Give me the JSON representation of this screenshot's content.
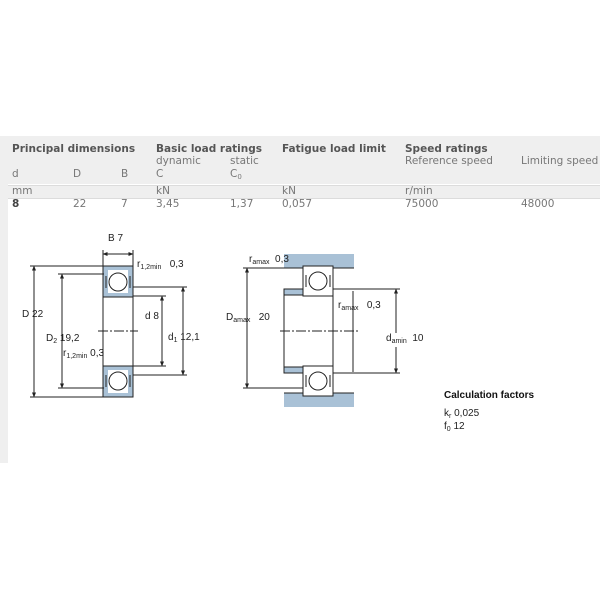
{
  "table": {
    "groups": {
      "principal_dimensions": "Principal dimensions",
      "basic_load_ratings": "Basic load ratings",
      "fatigue_load_limit": "Fatigue load limit",
      "speed_ratings": "Speed ratings"
    },
    "subheaders": {
      "dynamic": "dynamic",
      "static": "static",
      "reference_speed": "Reference speed",
      "limiting_speed": "Limiting speed"
    },
    "symbols": {
      "d": "d",
      "D": "D",
      "B": "B",
      "C": "C",
      "C0_base": "C",
      "C0_sub": "0"
    },
    "units": {
      "dimensions": "mm",
      "load": "kN",
      "fatigue": "kN",
      "speed": "r/min"
    },
    "row": {
      "d": "8",
      "D": "22",
      "B": "7",
      "C": "3,45",
      "C0": "1,37",
      "Pu": "0,057",
      "reference_speed": "75000",
      "limiting_speed": "48000"
    }
  },
  "bearing_drawing": {
    "B_label": "B",
    "B_value": "7",
    "r12_top_base": "r",
    "r12_top_sub": "1,2min",
    "r12_top_value": "0,3",
    "D_label": "D",
    "D_value": "22",
    "D2_base": "D",
    "D2_sub": "2",
    "D2_value": "19,2",
    "d_label": "d",
    "d_value": "8",
    "d1_base": "d",
    "d1_sub": "1",
    "d1_value": "12,1",
    "r12_bot_base": "r",
    "r12_bot_sub": "1,2min",
    "r12_bot_value": "0,3"
  },
  "abutment_drawing": {
    "ra_top_base": "r",
    "ra_top_sub": "amax",
    "ra_top_value": "0,3",
    "Da_base": "D",
    "Da_sub": "amax",
    "Da_value": "20",
    "ra_mid_base": "r",
    "ra_mid_sub": "amax",
    "ra_mid_value": "0,3",
    "da_base": "d",
    "da_sub": "amin",
    "da_value": "10"
  },
  "calculation_factors": {
    "title": "Calculation factors",
    "kr_base": "k",
    "kr_sub": "r",
    "kr_value": "0,025",
    "f0_base": "f",
    "f0_sub": "0",
    "f0_value": "12"
  },
  "colors": {
    "header_bg": "#efefef",
    "steel_blue": "#a9c1d6",
    "line": "#222222"
  }
}
